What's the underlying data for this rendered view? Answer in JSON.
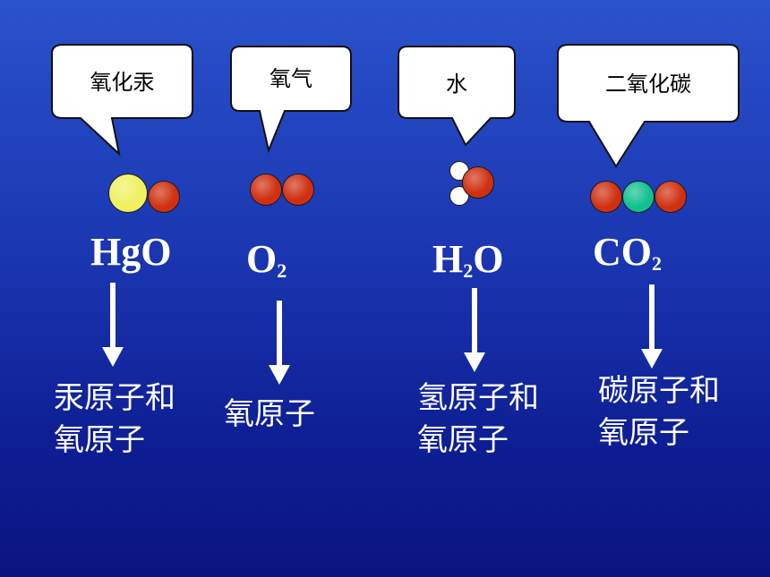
{
  "groups": [
    {
      "bubble": "氧化汞",
      "formula": {
        "main": "HgO",
        "sub": ""
      },
      "description": [
        "汞原子和",
        "氧原子"
      ]
    },
    {
      "bubble": "氧气",
      "formula": {
        "main": "O",
        "sub": "2"
      },
      "description": [
        "氧原子"
      ]
    },
    {
      "bubble": "水",
      "formula": {
        "main": "H",
        "sub": "2",
        "tail": "O"
      },
      "description": [
        "氢原子和",
        "氧原子"
      ]
    },
    {
      "bubble": "二氧化碳",
      "formula": {
        "main": "CO",
        "sub": "2"
      },
      "description": [
        "碳原子和",
        "氧原子"
      ]
    }
  ],
  "colors": {
    "mercury": "#f0f060",
    "oxygen": "#d03010",
    "hydrogen": "#ffffff",
    "carbon": "#10c090",
    "background_top": "#2a52cc",
    "background_bottom": "#0a1480"
  }
}
